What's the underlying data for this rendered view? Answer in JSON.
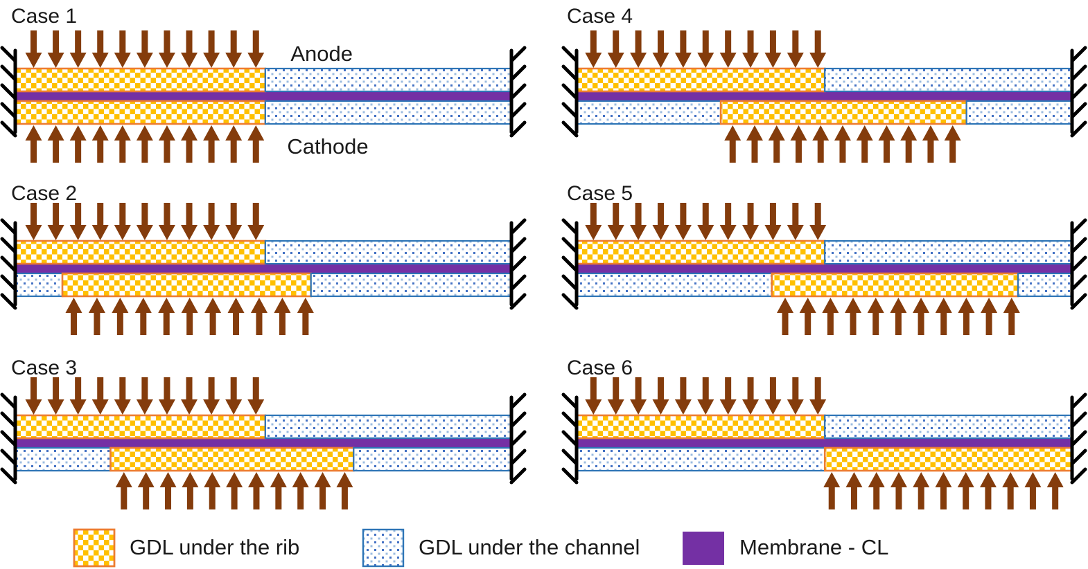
{
  "figure": {
    "background": "#ffffff",
    "annotations": {
      "anode": "Anode",
      "cathode": "Cathode"
    },
    "legend": {
      "items": [
        {
          "key": "rib",
          "label": "GDL under the rib"
        },
        {
          "key": "channel",
          "label": "GDL under the channel"
        },
        {
          "key": "membrane",
          "label": "Membrane - CL"
        }
      ]
    },
    "colors": {
      "rib_fill": "#FFC000",
      "rib_border": "#ED7D31",
      "channel_dot_dark": "#4472C4",
      "channel_dot_light": "#9CBCE0",
      "channel_border": "#2E75B6",
      "membrane": "#7430A4",
      "arrow": "#843C0C",
      "wall": "#000000",
      "text": "#1A1A1A"
    },
    "cases": [
      {
        "label": "Case 1",
        "col": 0,
        "row": 0,
        "show_electrode_labels": true,
        "top_layers": [
          {
            "type": "rib",
            "from": 0,
            "to": 0.504
          },
          {
            "type": "channel",
            "from": 0.504,
            "to": 1
          }
        ],
        "bottom_layers": [
          {
            "type": "rib",
            "from": 0,
            "to": 0.504
          },
          {
            "type": "channel",
            "from": 0.504,
            "to": 1
          }
        ],
        "top_arrows": {
          "from": 0.037,
          "to": 0.485,
          "count": 11
        },
        "bottom_arrows": {
          "from": 0.037,
          "to": 0.485,
          "count": 11
        }
      },
      {
        "label": "Case 2",
        "col": 0,
        "row": 1,
        "show_electrode_labels": false,
        "top_layers": [
          {
            "type": "rib",
            "from": 0,
            "to": 0.504
          },
          {
            "type": "channel",
            "from": 0.504,
            "to": 1
          }
        ],
        "bottom_layers": [
          {
            "type": "channel",
            "from": 0,
            "to": 0.095
          },
          {
            "type": "rib",
            "from": 0.095,
            "to": 0.596
          },
          {
            "type": "channel",
            "from": 0.596,
            "to": 1
          }
        ],
        "top_arrows": {
          "from": 0.037,
          "to": 0.485,
          "count": 11
        },
        "bottom_arrows": {
          "from": 0.118,
          "to": 0.585,
          "count": 11
        }
      },
      {
        "label": "Case 3",
        "col": 0,
        "row": 2,
        "show_electrode_labels": false,
        "top_layers": [
          {
            "type": "rib",
            "from": 0,
            "to": 0.504
          },
          {
            "type": "channel",
            "from": 0.504,
            "to": 1
          }
        ],
        "bottom_layers": [
          {
            "type": "channel",
            "from": 0,
            "to": 0.192
          },
          {
            "type": "rib",
            "from": 0.192,
            "to": 0.682
          },
          {
            "type": "channel",
            "from": 0.682,
            "to": 1
          }
        ],
        "top_arrows": {
          "from": 0.037,
          "to": 0.485,
          "count": 11
        },
        "bottom_arrows": {
          "from": 0.219,
          "to": 0.664,
          "count": 11
        }
      },
      {
        "label": "Case 4",
        "col": 1,
        "row": 0,
        "show_electrode_labels": false,
        "top_layers": [
          {
            "type": "rib",
            "from": 0,
            "to": 0.501
          },
          {
            "type": "channel",
            "from": 0.501,
            "to": 1
          }
        ],
        "bottom_layers": [
          {
            "type": "channel",
            "from": 0,
            "to": 0.291
          },
          {
            "type": "rib",
            "from": 0.291,
            "to": 0.787
          },
          {
            "type": "channel",
            "from": 0.787,
            "to": 1
          }
        ],
        "top_arrows": {
          "from": 0.034,
          "to": 0.487,
          "count": 11
        },
        "bottom_arrows": {
          "from": 0.315,
          "to": 0.759,
          "count": 11
        }
      },
      {
        "label": "Case 5",
        "col": 1,
        "row": 1,
        "show_electrode_labels": false,
        "top_layers": [
          {
            "type": "rib",
            "from": 0,
            "to": 0.501
          },
          {
            "type": "channel",
            "from": 0.501,
            "to": 1
          }
        ],
        "bottom_layers": [
          {
            "type": "channel",
            "from": 0,
            "to": 0.394
          },
          {
            "type": "rib",
            "from": 0.394,
            "to": 0.891
          },
          {
            "type": "channel",
            "from": 0.891,
            "to": 1
          }
        ],
        "top_arrows": {
          "from": 0.034,
          "to": 0.487,
          "count": 11
        },
        "bottom_arrows": {
          "from": 0.421,
          "to": 0.878,
          "count": 11
        }
      },
      {
        "label": "Case 6",
        "col": 1,
        "row": 2,
        "show_electrode_labels": false,
        "top_layers": [
          {
            "type": "rib",
            "from": 0,
            "to": 0.501
          },
          {
            "type": "channel",
            "from": 0.501,
            "to": 1
          }
        ],
        "bottom_layers": [
          {
            "type": "channel",
            "from": 0,
            "to": 0.501
          },
          {
            "type": "rib",
            "from": 0.501,
            "to": 1
          }
        ],
        "top_arrows": {
          "from": 0.034,
          "to": 0.487,
          "count": 11
        },
        "bottom_arrows": {
          "from": 0.515,
          "to": 0.966,
          "count": 11
        }
      }
    ]
  }
}
